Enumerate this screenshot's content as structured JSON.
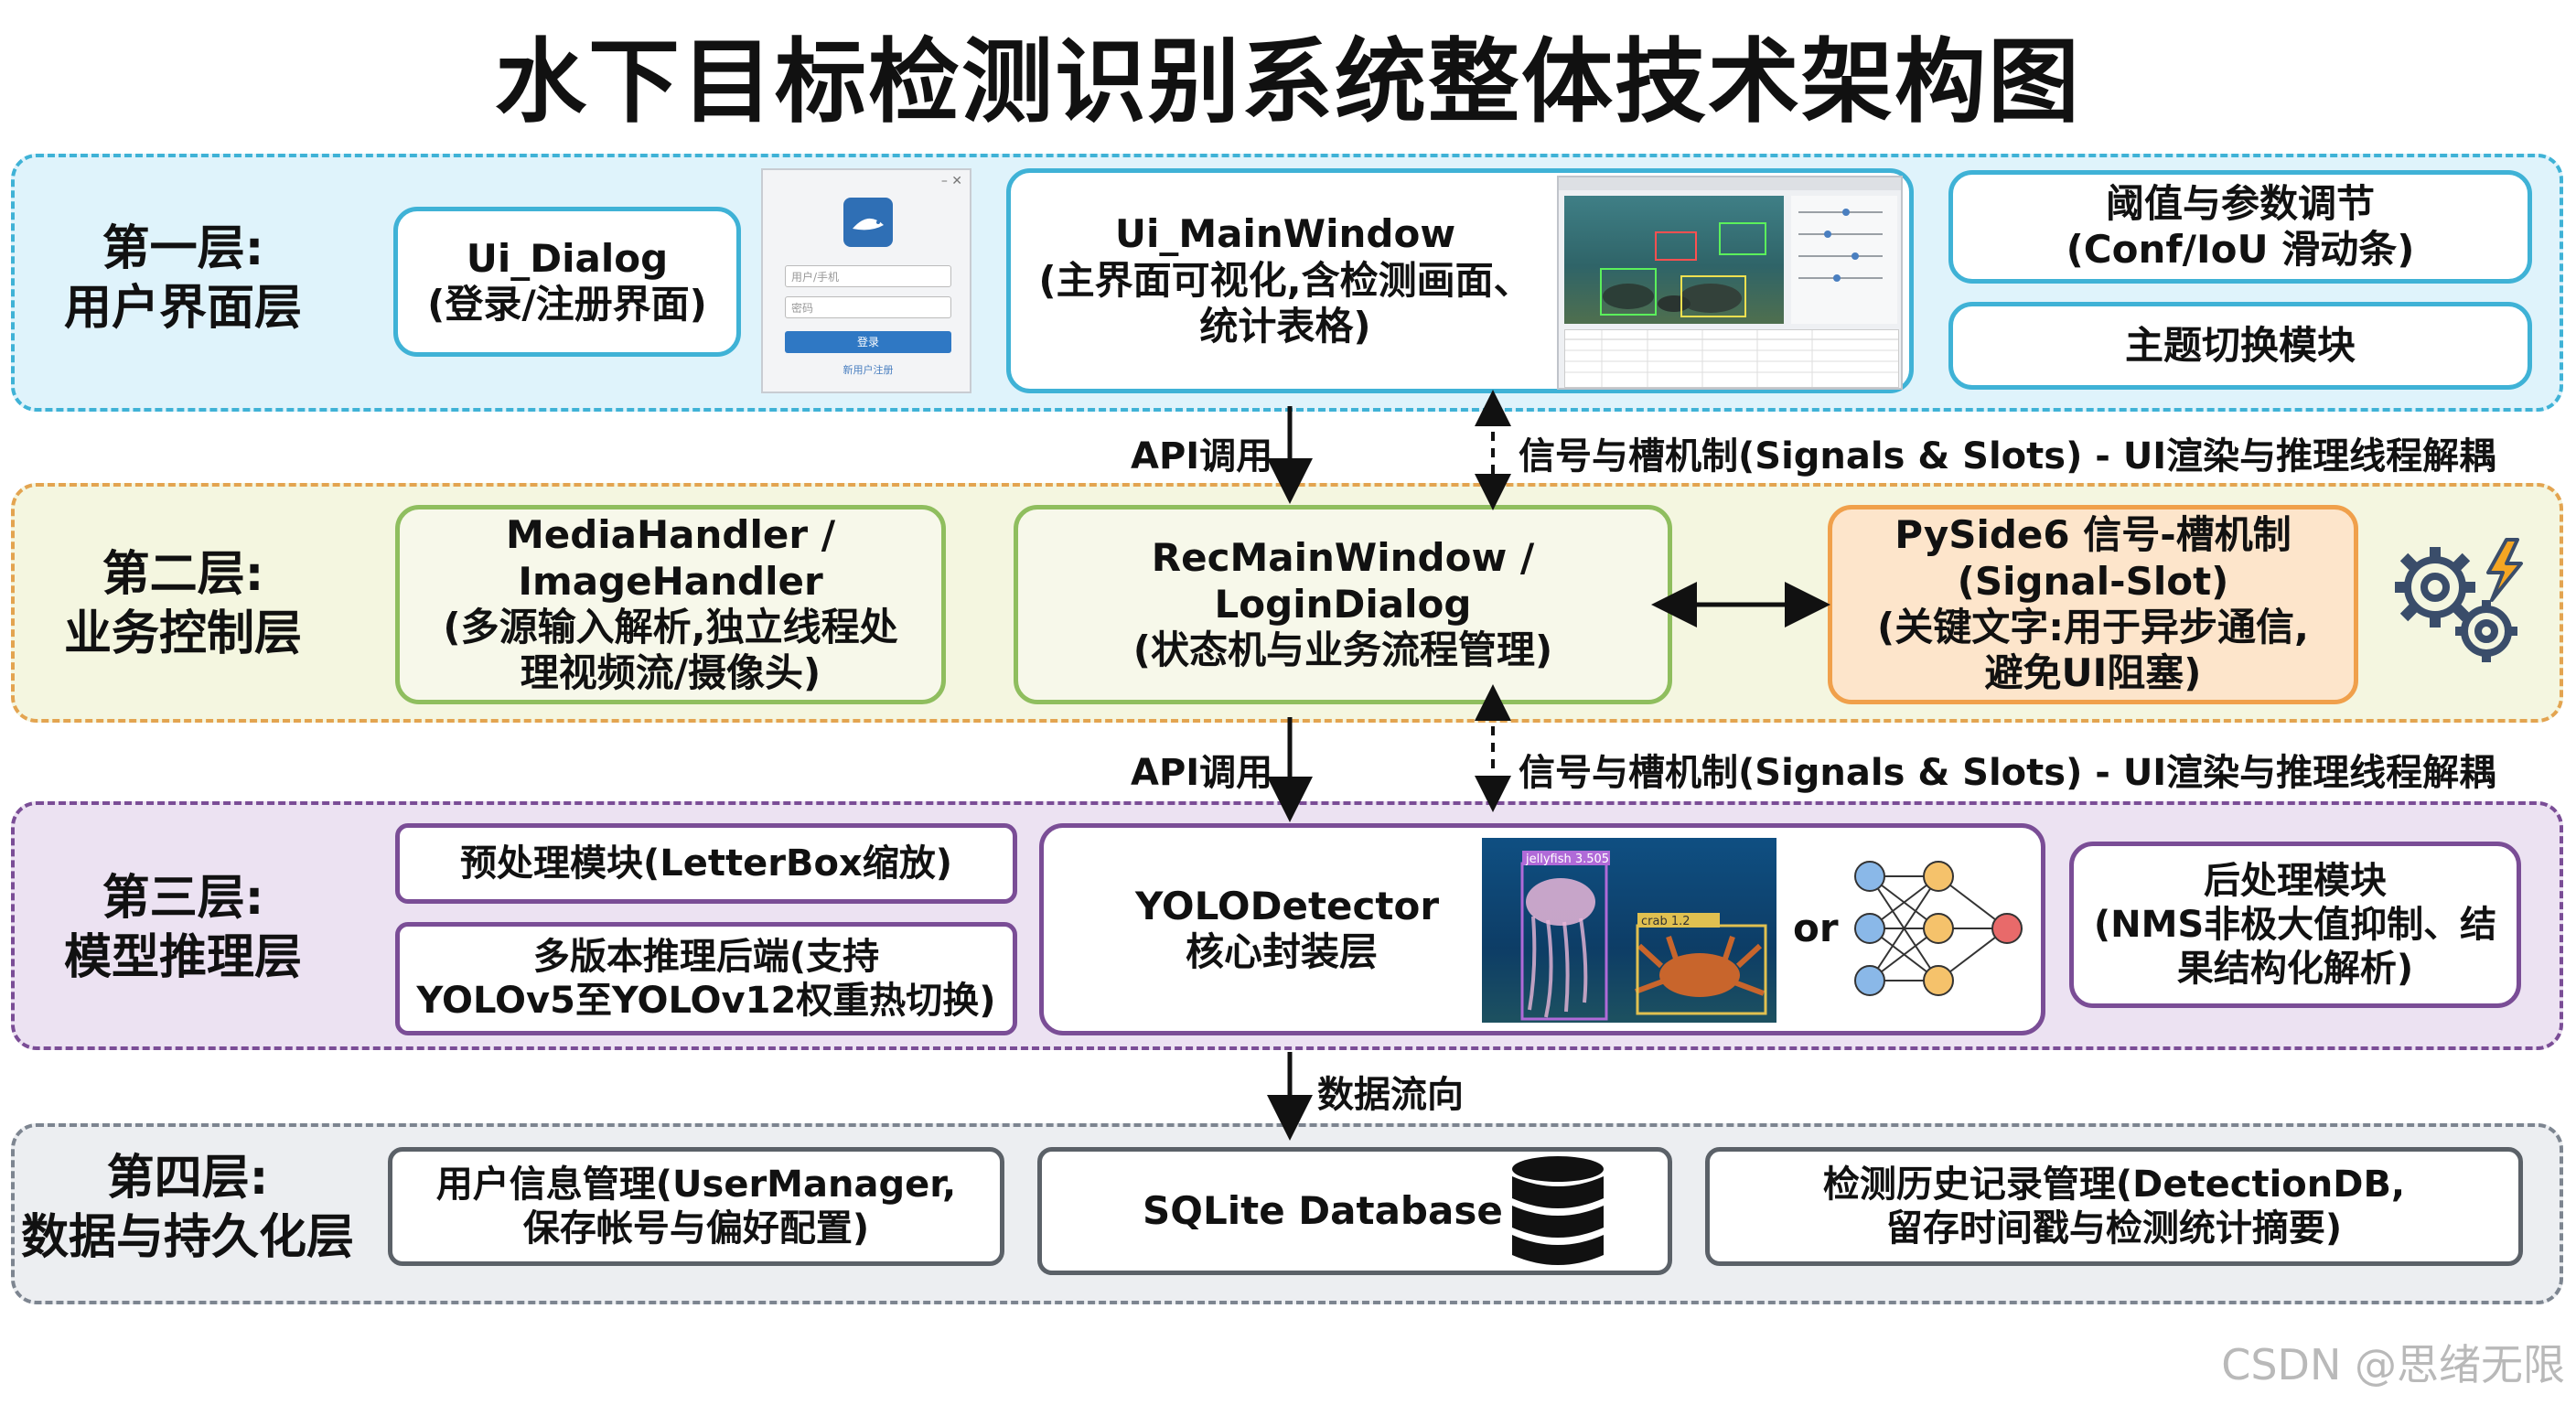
{
  "title": "水下目标检测识别系统整体技术架构图",
  "layers": [
    {
      "label_line1": "第一层:",
      "label_line2": "用户界面层"
    },
    {
      "label_line1": "第二层:",
      "label_line2": "业务控制层"
    },
    {
      "label_line1": "第三层:",
      "label_line2": "模型推理层"
    },
    {
      "label_line1": "第四层:",
      "label_line2": "数据与持久化层"
    }
  ],
  "layer1": {
    "ui_dialog": {
      "line1": "Ui_Dialog",
      "line2": "(登录/注册界面)"
    },
    "login_thumb": {
      "username_placeholder": "用户/手机",
      "password_placeholder": "密码",
      "button": "登录",
      "link": "新用户注册"
    },
    "main_window": {
      "line1": "Ui_MainWindow",
      "line2": "(主界面可视化,含检测画面、",
      "line3": "统计表格)"
    },
    "threshold": {
      "line1": "阈值与参数调节",
      "line2": "(Conf/IoU 滑动条)"
    },
    "theme": {
      "line1": "主题切换模块"
    }
  },
  "connectors": {
    "api_call": "API调用",
    "signals": "信号与槽机制(Signals & Slots) - UI渲染与推理线程解耦",
    "data_flow": "数据流向"
  },
  "layer2": {
    "media": {
      "line1": "MediaHandler /",
      "line2": "ImageHandler",
      "line3": "(多源输入解析,独立线程处",
      "line4": "理视频流/摄像头)"
    },
    "rec": {
      "line1": "RecMainWindow / LoginDialog",
      "line2": "(状态机与业务流程管理)"
    },
    "pyside": {
      "line1": "PySide6 信号-槽机制",
      "line2": "(Signal-Slot)",
      "line3": "(关键文字:用于异步通信,",
      "line4": "避免UI阻塞)"
    }
  },
  "layer3": {
    "preprocess": {
      "line1": "预处理模块(LetterBox缩放)"
    },
    "backend": {
      "line1": "多版本推理后端(支持",
      "line2": "YOLOv5至YOLOv12权重热切换)"
    },
    "yolo": {
      "line1": "YOLODetector",
      "line2": "核心封装层"
    },
    "or_text": "or",
    "postprocess": {
      "line1": "后处理模块",
      "line2": "(NMS非极大值抑制、结",
      "line3": "果结构化解析)"
    },
    "detect_labels": {
      "jellyfish": "jellyfish 3.505",
      "crab": "crab 1.2"
    }
  },
  "layer4": {
    "user": {
      "line1": "用户信息管理(UserManager,",
      "line2": "保存帐号与偏好配置)"
    },
    "sqlite": {
      "line1": "SQLite Database"
    },
    "history": {
      "line1": "检测历史记录管理(DetectionDB,",
      "line2": "留存时间戳与检测统计摘要)"
    }
  },
  "watermark": "CSDN @思绪无限",
  "colors": {
    "layer1_bg": "#dff3fb",
    "layer1_border": "#3fb2d6",
    "layer2_bg": "#f4f6e0",
    "layer2_border": "#e3a450",
    "layer3_bg": "#ece2f2",
    "layer3_border": "#7a4d96",
    "layer4_bg": "#eceef1",
    "layer4_border": "#7d8590",
    "green_box": "#8fbe5e",
    "orange_box": "#f0a04b",
    "orange_fill": "#fde5cb",
    "purple_box": "#7a4d96",
    "gray_box": "#5b6168"
  }
}
